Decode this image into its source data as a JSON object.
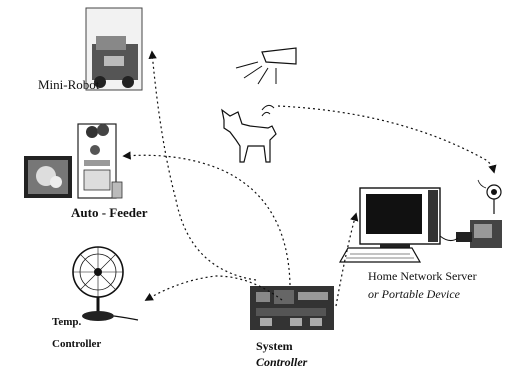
{
  "labels": {
    "mini_robot": "Mini-Robot",
    "auto_feeder": "Auto - Feeder",
    "temp": "Temp.",
    "temp_controller": "Controller",
    "system": "System",
    "system_controller": "Controller",
    "home_network_server": "Home Network Server",
    "portable_device": "or Portable Device"
  },
  "colors": {
    "ink": "#111111",
    "photo_dark": "#222222",
    "photo_mid": "#777777"
  },
  "icons": [
    "mini-robot-icon",
    "auto-feeder-icon",
    "pet-photo-icon",
    "fan-icon",
    "system-controller-board-icon",
    "computer-icon",
    "dog-icon",
    "lamp-icon",
    "webcam-icon",
    "pda-icon"
  ]
}
